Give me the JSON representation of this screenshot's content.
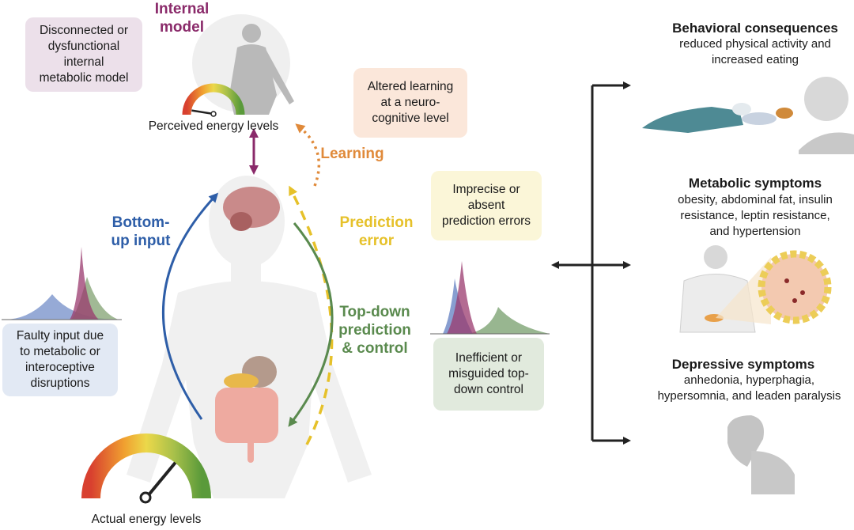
{
  "colors": {
    "internal_model": "#8a2a6a",
    "learning": "#e08a3a",
    "prediction_error": "#e6c12a",
    "bottom_up": "#2e5ea8",
    "top_down": "#5a8a4e",
    "box_internal": "#ece0ea",
    "box_learning": "#fbe7da",
    "box_prediction": "#fbf6d8",
    "box_faulty": "#e2e9f4",
    "box_topdown": "#e1eadd",
    "arrows": "#222222"
  },
  "labels": {
    "internal_model": "Internal\nmodel",
    "learning": "Learning",
    "prediction_error": "Prediction\nerror",
    "bottom_up": "Bottom-\nup input",
    "top_down": "Top-down\nprediction\n& control"
  },
  "boxes": {
    "internal_model": "Disconnected  or\ndysfunctional\ninternal\nmetabolic model",
    "learning": "Altered learning\nat a neuro-\ncognitive level",
    "prediction": "Imprecise or\nabsent\nprediction errors",
    "faulty_input": "Faulty input due\nto metabolic or\ninteroceptive\ndisruptions",
    "top_down": "Inefficient or\nmisguided top-\ndown control"
  },
  "captions": {
    "perceived": "Perceived energy levels",
    "actual": "Actual energy levels"
  },
  "gauges": {
    "perceived_level": 0.05,
    "actual_level": 0.72
  },
  "outcomes": [
    {
      "title": "Behavioral consequences",
      "subtitle": "reduced physical activity  and\nincreased eating"
    },
    {
      "title": "Metabolic symptoms",
      "subtitle": "obesity, abdominal fat, insulin\nresistance, leptin resistance,\nand hypertension"
    },
    {
      "title": "Depressive symptoms",
      "subtitle": "anhedonia, hyperphagia,\nhypersomnia, and leaden paralysis"
    }
  ]
}
